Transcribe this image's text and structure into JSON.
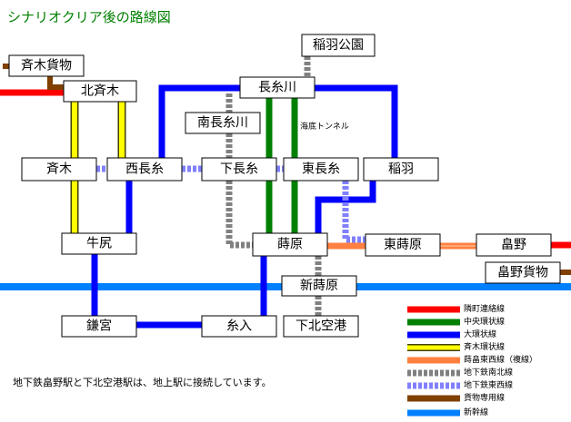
{
  "title": "シナリオクリア後の路線図",
  "note": "地下鉄畠野駅と下北空港駅は、地上駅に接続しています。",
  "tunnel_label": "海底トンネル",
  "stations": {
    "saiki_cargo": "斉木貨物",
    "kitasaiki": "北斉木",
    "inaba_park": "稲羽公園",
    "nagaitogawa": "長糸川",
    "minami_nagaitogawa": "南長糸川",
    "saiki": "斉木",
    "nishi_nagaito": "西長糸",
    "shimo_nagaito": "下長糸",
    "higashi_nagaito": "東長糸",
    "inaba": "稲羽",
    "ushijiri": "牛尻",
    "jihara": "蒔原",
    "higashi_jihara": "東蒔原",
    "hatakeno": "畠野",
    "hatakeno_cargo": "畠野貨物",
    "shin_jihara": "新蒔原",
    "kamakura": "鎌宮",
    "itoiri": "糸入",
    "shimokita_airport": "下北空港"
  },
  "legend": [
    {
      "label": "隣町連絡線",
      "color": "#ff0000"
    },
    {
      "label": "中央環状線",
      "color": "#008000"
    },
    {
      "label": "大環状線",
      "color": "#0000ff"
    },
    {
      "label": "斉木環状線",
      "color": "#ffff00"
    },
    {
      "label": "蒔畠東西線（複線）",
      "color": "#ff8040"
    },
    {
      "label": "地下鉄南北線",
      "color": "#808080"
    },
    {
      "label": "地下鉄東西線",
      "color": "#8080ff"
    },
    {
      "label": "貨物専用線",
      "color": "#804000"
    },
    {
      "label": "新幹線",
      "color": "#0080ff"
    }
  ]
}
